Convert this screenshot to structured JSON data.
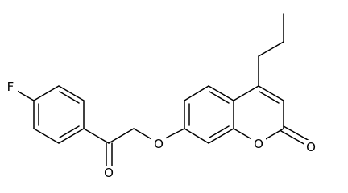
{
  "molecule": {
    "atoms": {
      "fluorine": "F",
      "ketone_oxygen": "O",
      "ether_oxygen": "O",
      "ring_oxygen": "O",
      "lactone_carbonyl_oxygen": "O"
    },
    "colors": {
      "bond": "#000000",
      "label": "#000000",
      "background": "#ffffff"
    }
  }
}
